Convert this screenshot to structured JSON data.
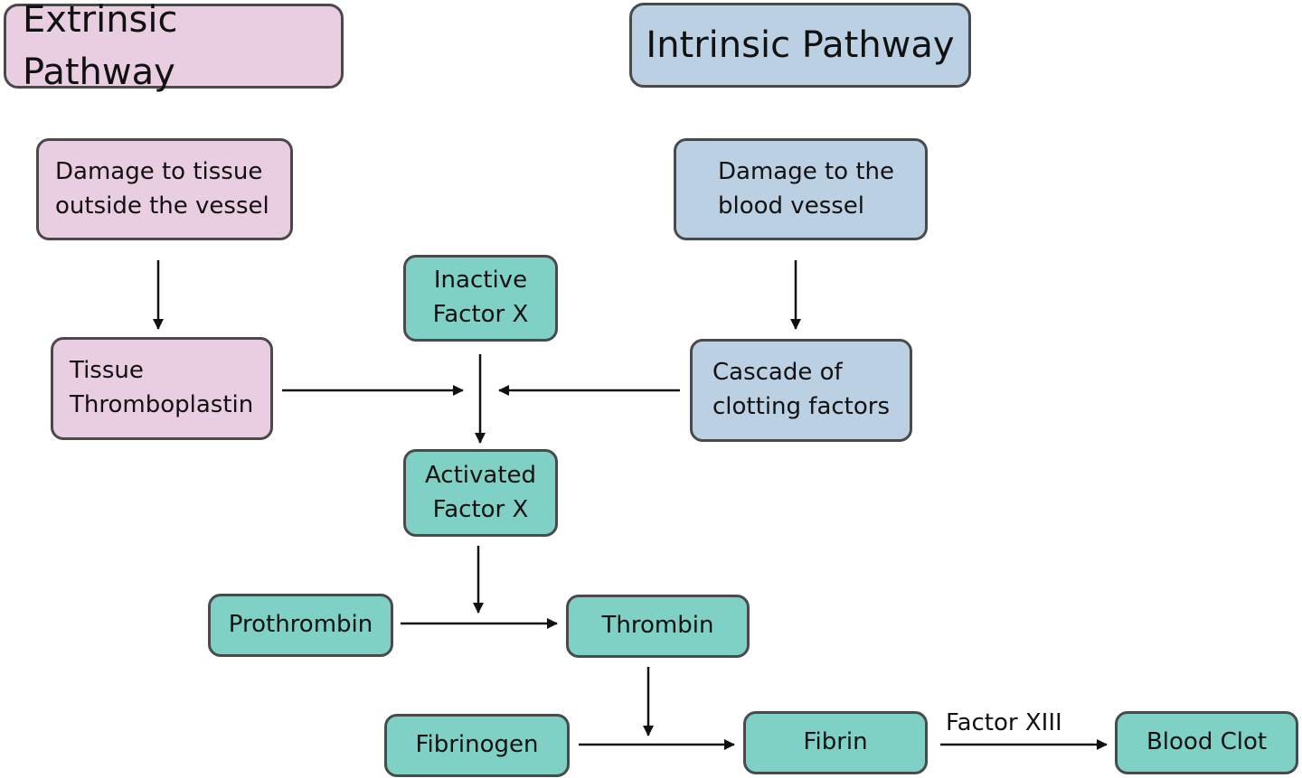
{
  "titles": {
    "extrinsic": "Extrinsic Pathway",
    "intrinsic": "Intrinsic Pathway"
  },
  "nodes": {
    "damage_tissue": "Damage to tissue\noutside the vessel",
    "damage_vessel": "Damage to the\nblood vessel",
    "tissue_thromboplastin": "Tissue\nThromboplastin",
    "inactive_factor_x": "Inactive\nFactor X",
    "cascade": "Cascade of\nclotting factors",
    "activated_factor_x": "Activated\nFactor X",
    "prothrombin": "Prothrombin",
    "thrombin": "Thrombin",
    "fibrinogen": "Fibrinogen",
    "fibrin": "Fibrin",
    "blood_clot": "Blood Clot"
  },
  "edge_labels": {
    "factor_xiii": "Factor XIII"
  },
  "colors": {
    "extrinsic_fill": "#e9cde0",
    "intrinsic_fill": "#bcd0e4",
    "factor_fill": "#7fd1c5",
    "border": "#4a4a4a",
    "arrow": "#111111"
  },
  "edges": [
    {
      "from": "damage_tissue",
      "to": "tissue_thromboplastin"
    },
    {
      "from": "damage_vessel",
      "to": "cascade"
    },
    {
      "from": "tissue_thromboplastin",
      "to": "activated_factor_x"
    },
    {
      "from": "cascade",
      "to": "activated_factor_x"
    },
    {
      "from": "inactive_factor_x",
      "to": "activated_factor_x"
    },
    {
      "from": "activated_factor_x",
      "to": "thrombin"
    },
    {
      "from": "prothrombin",
      "to": "thrombin"
    },
    {
      "from": "thrombin",
      "to": "fibrin"
    },
    {
      "from": "fibrinogen",
      "to": "fibrin"
    },
    {
      "from": "fibrin",
      "to": "blood_clot",
      "label": "Factor XIII"
    }
  ]
}
